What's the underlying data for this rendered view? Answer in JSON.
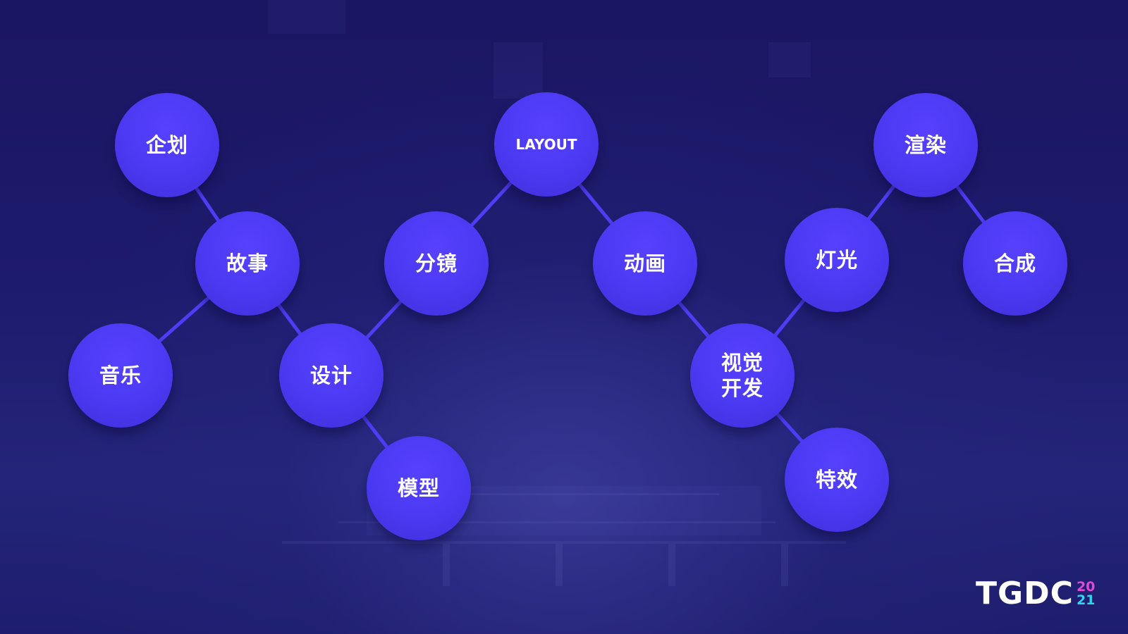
{
  "diagram": {
    "nodes": [
      {
        "id": "qihua",
        "label": "企划"
      },
      {
        "id": "gushi",
        "label": "故事"
      },
      {
        "id": "yinyue",
        "label": "音乐"
      },
      {
        "id": "sheji",
        "label": "设计"
      },
      {
        "id": "moxing",
        "label": "模型"
      },
      {
        "id": "fenjing",
        "label": "分镜"
      },
      {
        "id": "layout",
        "label": "LAYOUT"
      },
      {
        "id": "donghua",
        "label": "动画"
      },
      {
        "id": "shijue",
        "label": "视觉\n开发"
      },
      {
        "id": "texiao",
        "label": "特效"
      },
      {
        "id": "dengguang",
        "label": "灯光"
      },
      {
        "id": "xuanran",
        "label": "渲染"
      },
      {
        "id": "hecheng",
        "label": "合成"
      }
    ],
    "edges": [
      [
        "qihua",
        "gushi"
      ],
      [
        "gushi",
        "yinyue"
      ],
      [
        "gushi",
        "sheji"
      ],
      [
        "sheji",
        "moxing"
      ],
      [
        "sheji",
        "fenjing"
      ],
      [
        "fenjing",
        "layout"
      ],
      [
        "layout",
        "donghua"
      ],
      [
        "donghua",
        "shijue"
      ],
      [
        "shijue",
        "texiao"
      ],
      [
        "shijue",
        "dengguang"
      ],
      [
        "dengguang",
        "xuanran"
      ],
      [
        "xuanran",
        "hecheng"
      ]
    ],
    "node_color": "#4b39f2",
    "edge_color": "#4f3cf5",
    "text_color": "#ffffff"
  },
  "logo": {
    "text": "TGDC",
    "year_top": "20",
    "year_bottom": "21",
    "accent_pink": "#e04ad6",
    "accent_cyan": "#2fd6f0"
  }
}
